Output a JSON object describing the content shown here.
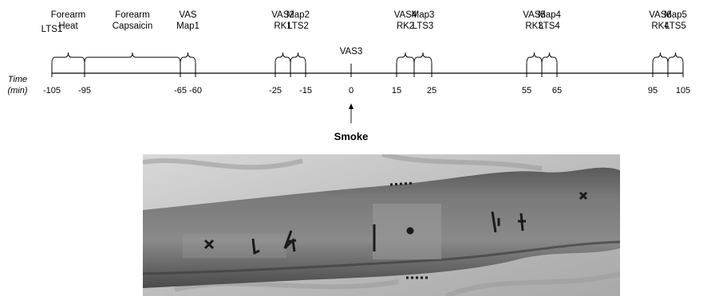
{
  "timeline": {
    "axis_title_line1": "Time",
    "axis_title_line2": "(min)",
    "ticks": [
      {
        "value": -105,
        "label": "-105"
      },
      {
        "value": -95,
        "label": "-95"
      },
      {
        "value": -65,
        "label": "-65"
      },
      {
        "value": -60,
        "label": "-60"
      },
      {
        "value": -25,
        "label": "-25"
      },
      {
        "value": -15,
        "label": "-15"
      },
      {
        "value": 0,
        "label": "0"
      },
      {
        "value": 15,
        "label": "15"
      },
      {
        "value": 25,
        "label": "25"
      },
      {
        "value": 55,
        "label": "55"
      },
      {
        "value": 65,
        "label": "65"
      },
      {
        "value": 95,
        "label": "95"
      },
      {
        "value": 105,
        "label": "105"
      }
    ],
    "events": [
      {
        "id": "lts1",
        "lines": [
          "LTS1"
        ],
        "from": -105,
        "to": -105
      },
      {
        "id": "forearm-heat",
        "lines": [
          "Forearm",
          "Heat"
        ],
        "from": -105,
        "to": -95
      },
      {
        "id": "forearm-capsaicin",
        "lines": [
          "Forearm",
          "Capsaicin"
        ],
        "from": -95,
        "to": -65
      },
      {
        "id": "vas-map1",
        "lines": [
          "VAS",
          "Map1"
        ],
        "from": -65,
        "to": -60
      },
      {
        "id": "vas2-rk1",
        "lines": [
          "VAS2",
          "RK1"
        ],
        "from": -25,
        "to": -20
      },
      {
        "id": "map2-lts2",
        "lines": [
          "Map2",
          "LTS2"
        ],
        "from": -20,
        "to": -15
      },
      {
        "id": "vas3",
        "lines": [
          "VAS3"
        ],
        "from": 0,
        "to": 0
      },
      {
        "id": "vas4-rk2",
        "lines": [
          "VAS4",
          "RK2"
        ],
        "from": 15,
        "to": 20
      },
      {
        "id": "map3-lts3",
        "lines": [
          "Map3",
          "LTS3"
        ],
        "from": 20,
        "to": 25
      },
      {
        "id": "vas5-rk3",
        "lines": [
          "VAS5",
          "RK3"
        ],
        "from": 55,
        "to": 60
      },
      {
        "id": "map4-lts4",
        "lines": [
          "Map4",
          "LTS4"
        ],
        "from": 60,
        "to": 65
      },
      {
        "id": "vas6-rk4",
        "lines": [
          "VAS6",
          "RK4"
        ],
        "from": 95,
        "to": 100
      },
      {
        "id": "map5-lts5",
        "lines": [
          "Map5",
          "LTS5"
        ],
        "from": 100,
        "to": 105
      }
    ],
    "smoke": {
      "label": "Smoke",
      "at": 0
    }
  },
  "photo": {
    "skin_marks": [
      "x",
      "x",
      "x"
    ],
    "colors": {
      "background": "#c9c9c9",
      "skin": "#6e6e6e",
      "marker": "#1a1a1a"
    }
  }
}
